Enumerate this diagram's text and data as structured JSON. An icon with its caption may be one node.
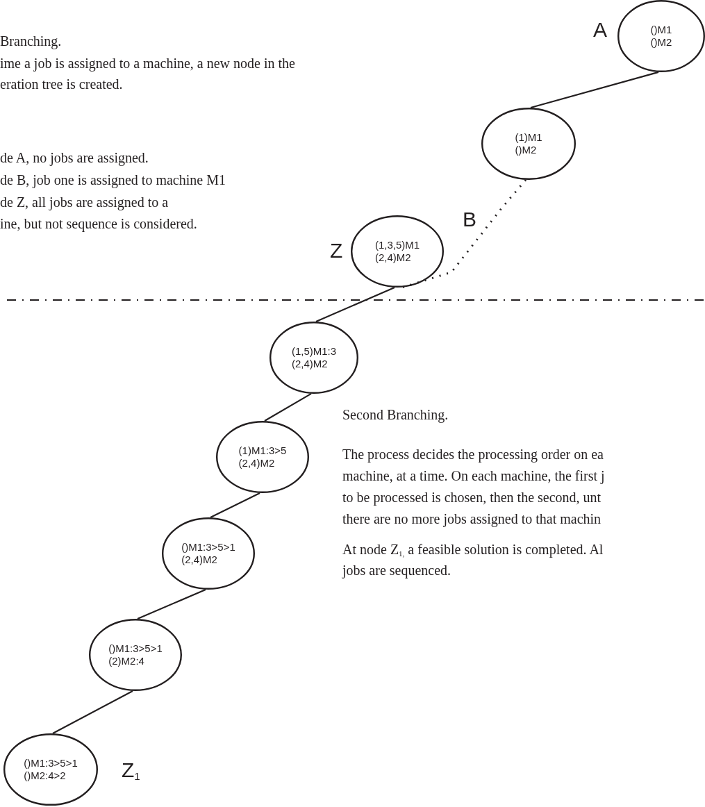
{
  "diagram": {
    "nodes": [
      {
        "text": [
          "()M1",
          "()M2"
        ],
        "beside": [
          "A"
        ]
      },
      {
        "text": [
          "(1)M1",
          "()M2"
        ],
        "beside": [
          "B"
        ]
      },
      {
        "text": [
          "(1,3,5)M1",
          "(2,4)M2"
        ],
        "beside": [
          "Z"
        ]
      },
      {
        "text": [
          "(1,5)M1:3",
          "(2,4)M2"
        ]
      },
      {
        "text": [
          "(1)M1:3>5",
          "(2,4)M2"
        ]
      },
      {
        "text": [
          "()M1:3>5>1",
          "(2,4)M2"
        ]
      },
      {
        "text": [
          "()M1:3>5>1",
          "(2)M2:4"
        ]
      },
      {
        "text": [
          "()M1:3>5>1",
          "()M2:4>2"
        ],
        "beside": [
          "Z$_{1}$"
        ]
      }
    ],
    "edges": [
      {
        "from": 0,
        "to": 1,
        "arrow": "none"
      },
      {
        "from": 1,
        "to": 2,
        "arrow": "none",
        "style": "dashed"
      },
      {
        "from": 2,
        "to": 3,
        "arrow": "none"
      },
      {
        "from": 3,
        "to": 4,
        "arrow": "none"
      },
      {
        "from": 4,
        "to": 5,
        "arrow": "none"
      },
      {
        "from": 5,
        "to": 6,
        "arrow": "none"
      },
      {
        "from": 6,
        "to": 7,
        "arrow": "none"
      }
    ],
    "labels": [
      "Branching.",
      "ime a job is assigned to a machine, a new node in the",
      "eration tree is created.",
      "de A,  no jobs are assigned.",
      "de B, job one is assigned to machine M1",
      "de Z, all jobs are assigned to a",
      "ine, but not sequence is considered.",
      "Second Branching.",
      "The process decides the processing order on ea",
      "machine, at a time. On each machine, the first j",
      "to be processed is chosen, then the second, unt",
      "there are no more jobs assigned to that machin",
      "At node Z$_{1,}$ a feasible solution is completed. Al",
      "jobs are sequenced."
    ]
  }
}
